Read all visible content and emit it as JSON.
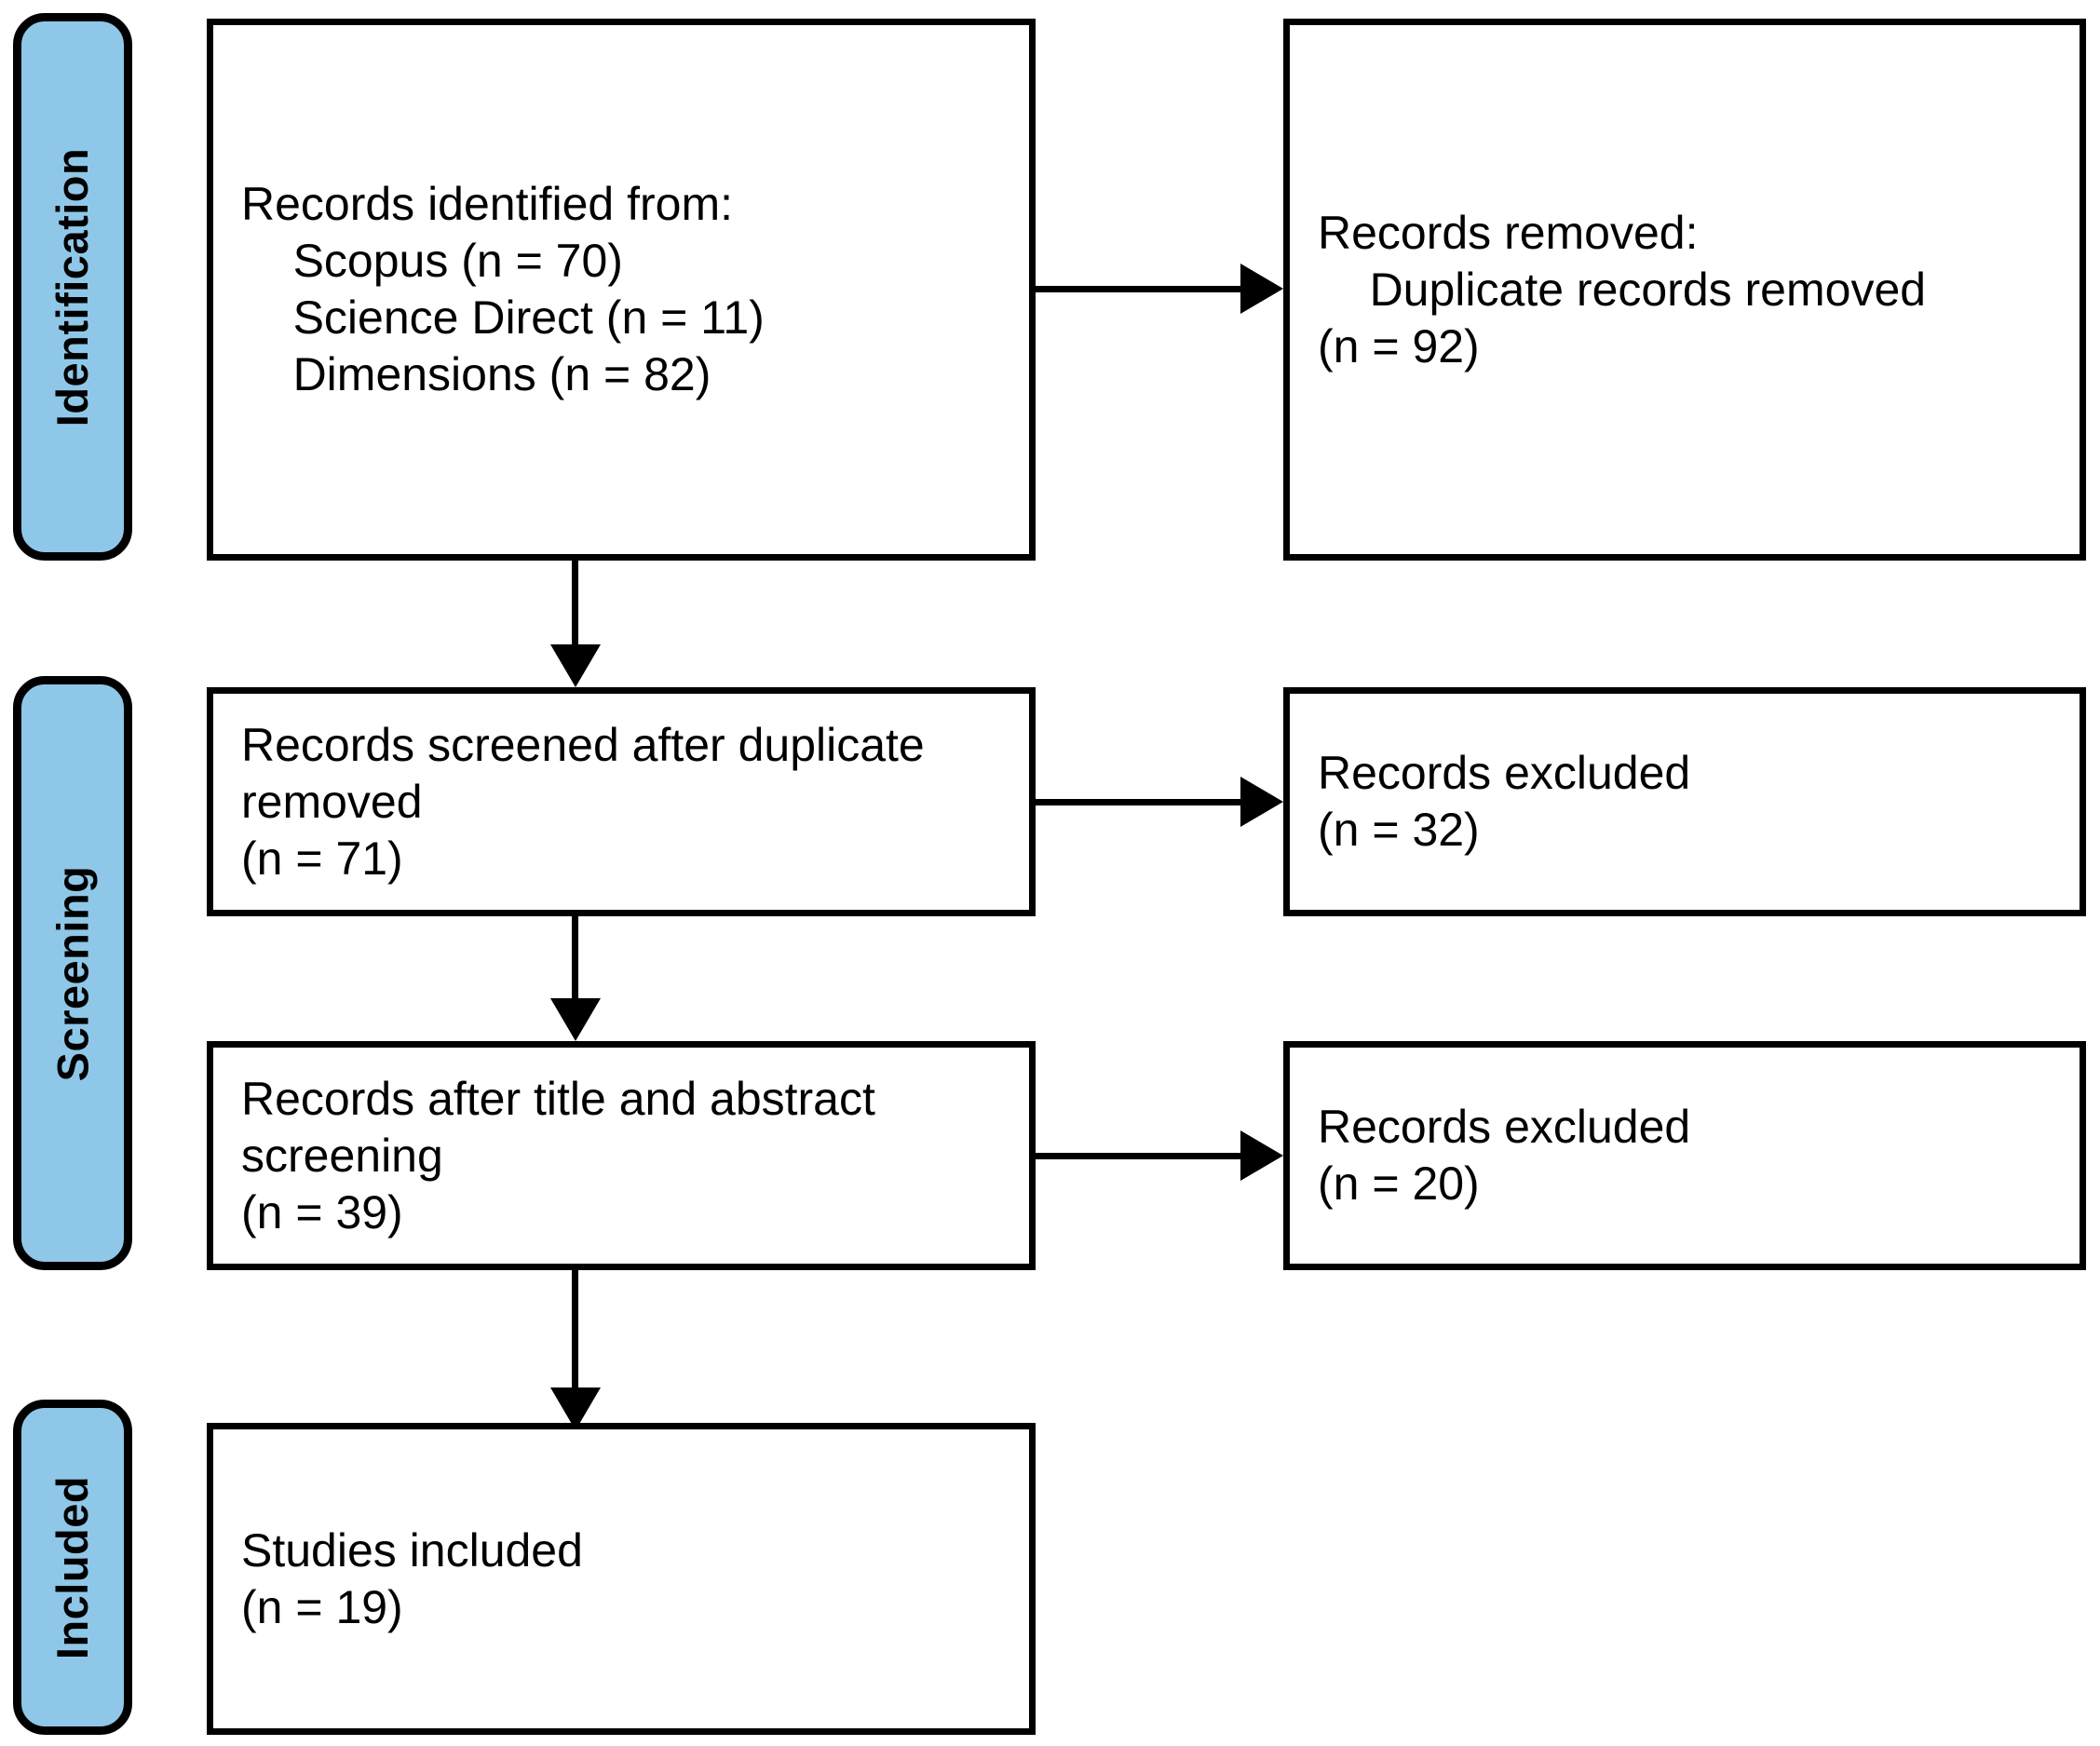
{
  "diagram": {
    "type": "PRISMA flow diagram",
    "accent_color": "#8FC7E8",
    "line_color": "#000000",
    "background_color": "#FFFFFF",
    "stages": [
      {
        "id": "identification",
        "label": "Identification"
      },
      {
        "id": "screening",
        "label": "Screening"
      },
      {
        "id": "included",
        "label": "Included"
      }
    ],
    "boxes": [
      {
        "id": "records-identified",
        "stage": "identification",
        "column": "left",
        "text": "Records identified from:\n    Scopus (n = 70)\n    Science Direct (n = 11)\n    Dimensions (n = 82)",
        "counts": {
          "Scopus": 70,
          "Science Direct": 11,
          "Dimensions": 82
        }
      },
      {
        "id": "records-removed",
        "stage": "identification",
        "column": "right",
        "text": "Records removed:\n    Duplicate records removed\n(n = 92)",
        "counts": {
          "Duplicate records removed": 92
        }
      },
      {
        "id": "records-screened",
        "stage": "screening",
        "column": "left",
        "text": "Records screened after duplicate\nremoved\n(n = 71)",
        "counts": {
          "n": 71
        }
      },
      {
        "id": "records-excluded-1",
        "stage": "screening",
        "column": "right",
        "text": "Records excluded\n(n = 32)",
        "counts": {
          "n": 32
        }
      },
      {
        "id": "records-after-title-abstract",
        "stage": "screening",
        "column": "left",
        "text": "Records after title and abstract\nscreening\n(n = 39)",
        "counts": {
          "n": 39
        }
      },
      {
        "id": "records-excluded-2",
        "stage": "screening",
        "column": "right",
        "text": "Records excluded\n(n = 20)",
        "counts": {
          "n": 20
        }
      },
      {
        "id": "studies-included",
        "stage": "included",
        "column": "left",
        "text": "Studies included\n(n = 19)",
        "counts": {
          "n": 19
        }
      }
    ],
    "connectors": [
      {
        "id": "identified-to-removed",
        "direction": "right",
        "from": "records-identified",
        "to": "records-removed"
      },
      {
        "id": "identified-to-screened",
        "direction": "down",
        "from": "records-identified",
        "to": "records-screened"
      },
      {
        "id": "screened-to-excluded-1",
        "direction": "right",
        "from": "records-screened",
        "to": "records-excluded-1"
      },
      {
        "id": "screened-to-title-abstract",
        "direction": "down",
        "from": "records-screened",
        "to": "records-after-title-abstract"
      },
      {
        "id": "title-abstract-to-excluded-2",
        "direction": "right",
        "from": "records-after-title-abstract",
        "to": "records-excluded-2"
      },
      {
        "id": "title-abstract-to-included",
        "direction": "down",
        "from": "records-after-title-abstract",
        "to": "studies-included"
      }
    ]
  }
}
